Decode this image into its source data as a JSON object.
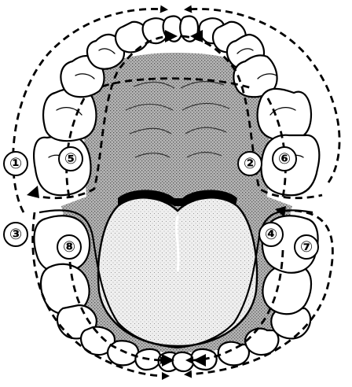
{
  "diagram": {
    "colors": {
      "palate": "#9a9a9a",
      "tongue": "#e4e4e4",
      "outline": "#000000"
    },
    "markers": [
      {
        "label": "①"
      },
      {
        "label": "②"
      },
      {
        "label": "③"
      },
      {
        "label": "④"
      },
      {
        "label": "⑤"
      },
      {
        "label": "⑥"
      },
      {
        "label": "⑦"
      },
      {
        "label": "⑧"
      }
    ]
  }
}
